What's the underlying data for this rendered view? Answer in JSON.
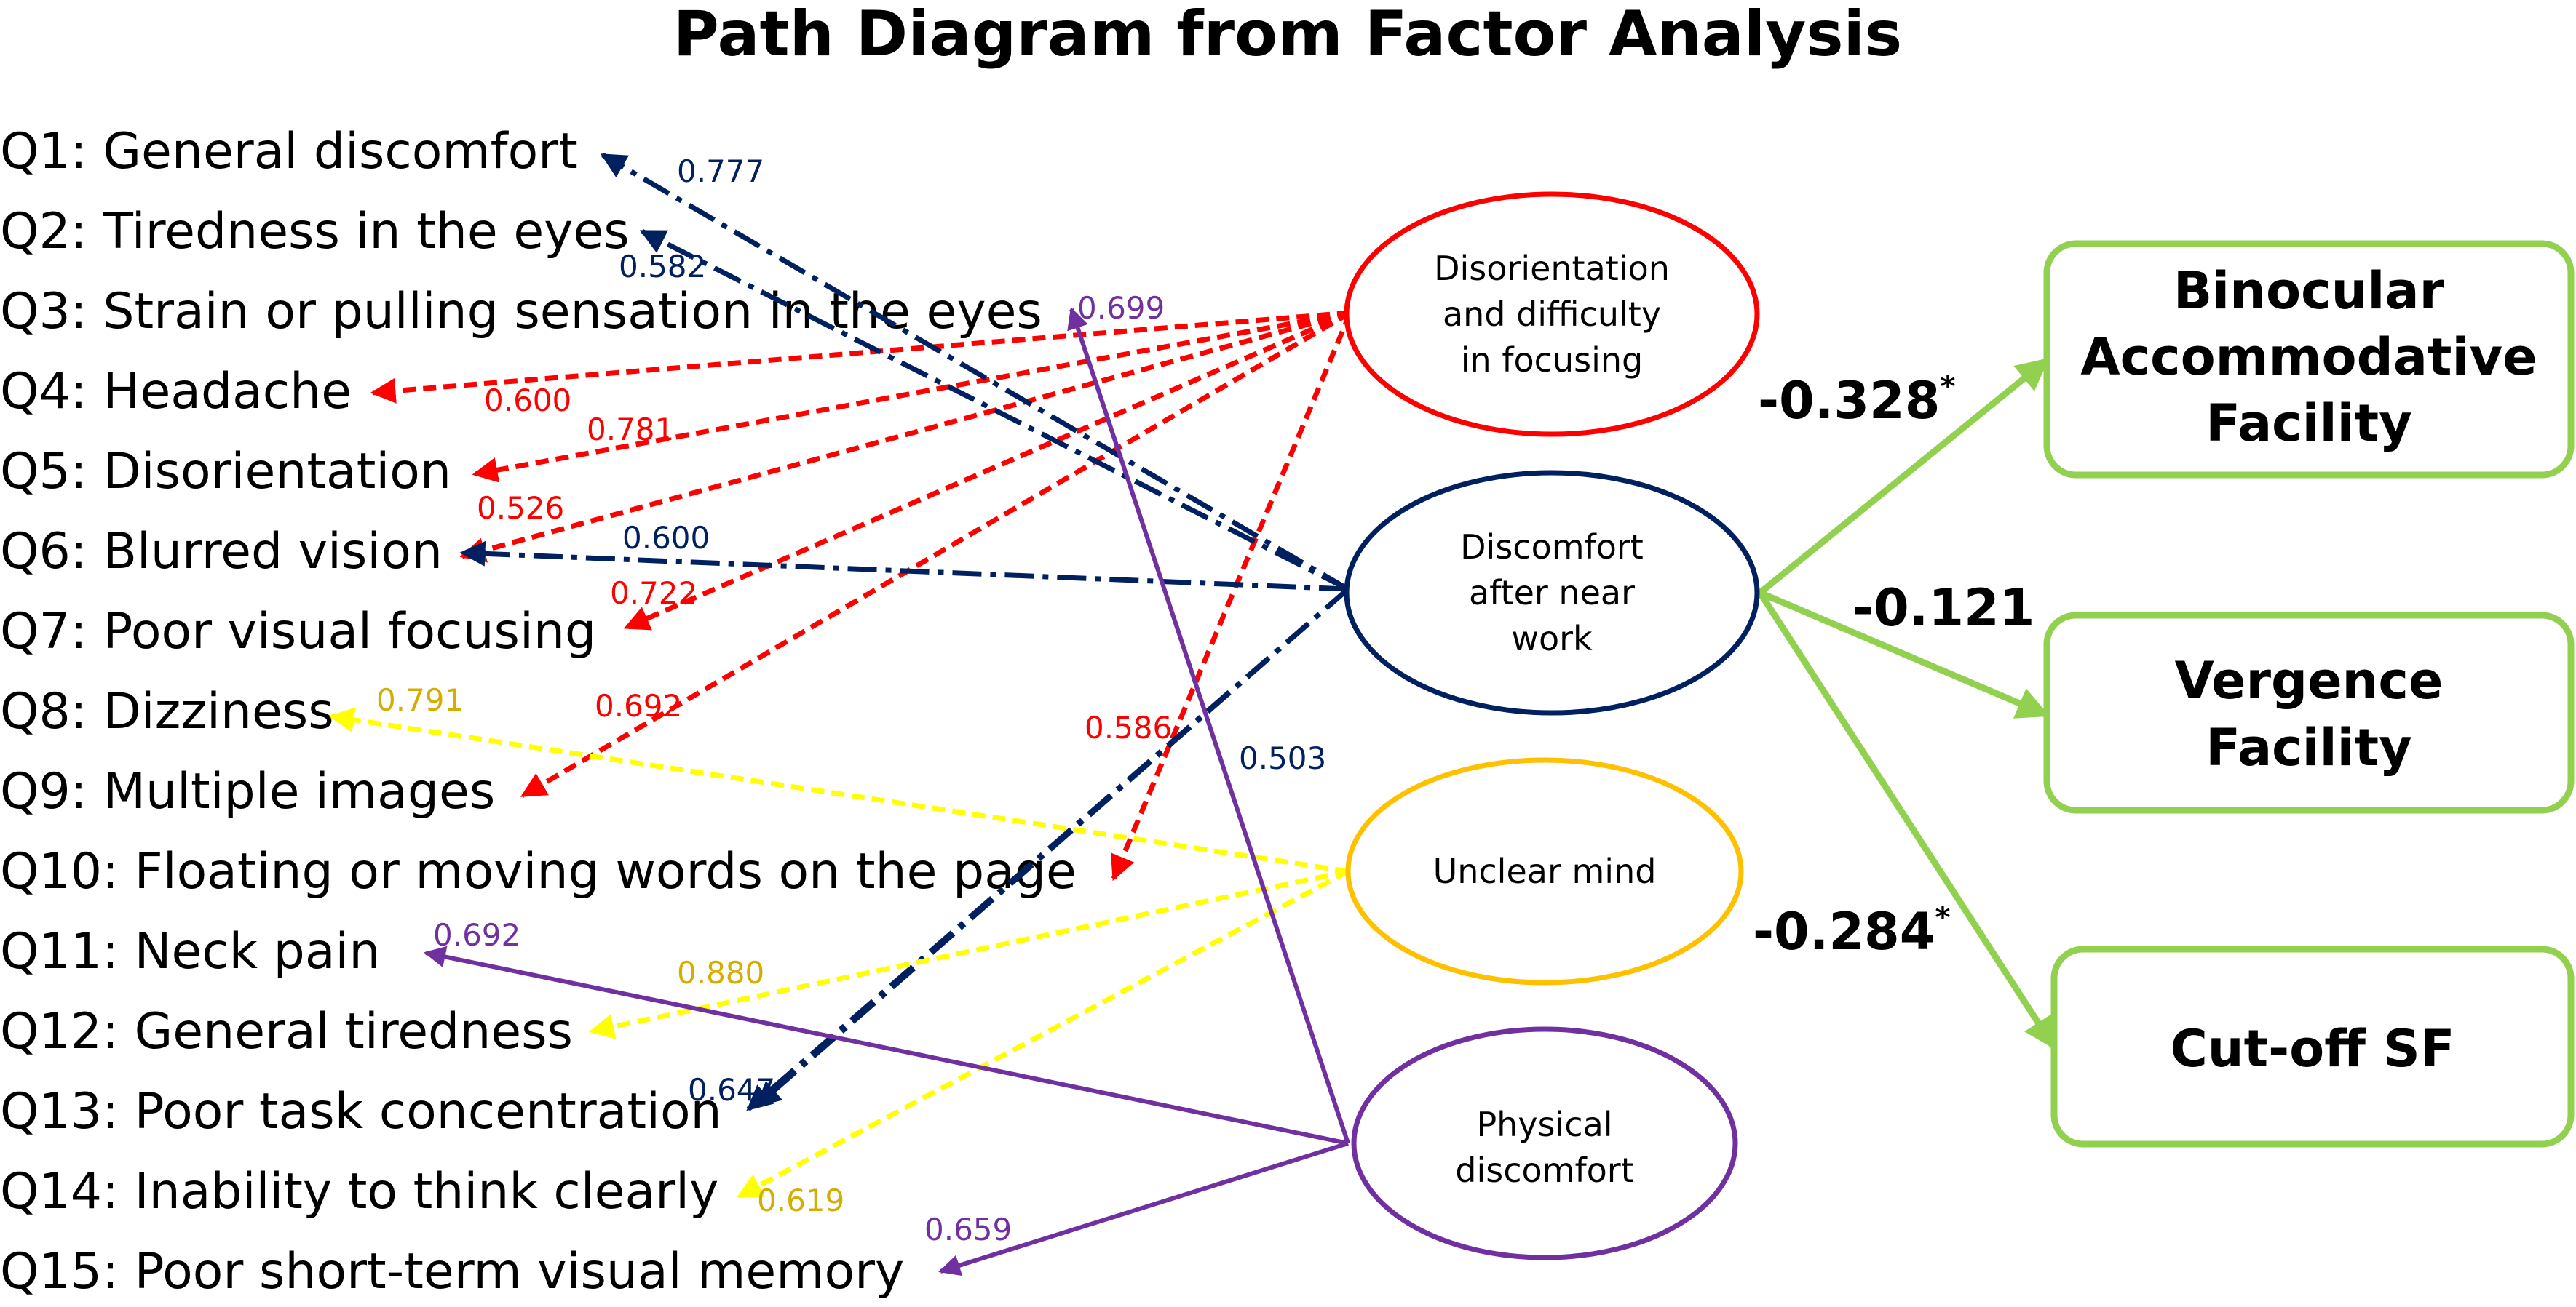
{
  "title": "Path Diagram from Factor Analysis",
  "questions": [
    "Q1: General discomfort",
    "Q2: Tiredness in the eyes",
    "Q3: Strain or pulling sensation in the eyes",
    "Q4: Headache",
    "Q5: Disorientation",
    "Q6: Blurred vision",
    "Q7: Poor visual focusing",
    "Q8: Dizziness",
    "Q9: Multiple images",
    "Q10: Floating or moving words on the page",
    "Q11: Neck pain",
    "Q12: General tiredness",
    "Q13: Poor task concentration",
    "Q14: Inability to think clearly",
    "Q15: Poor short-term visual memory"
  ],
  "factors": [
    {
      "id": "f1",
      "lines": [
        "Disorientation",
        "and difficulty",
        "in focusing"
      ],
      "color": "#ff0000"
    },
    {
      "id": "f2",
      "lines": [
        "Discomfort",
        "after near",
        "work"
      ],
      "color": "#002060"
    },
    {
      "id": "f3",
      "lines": [
        "Unclear mind"
      ],
      "color": "#ffc000"
    },
    {
      "id": "f4",
      "lines": [
        "Physical",
        "discomfort"
      ],
      "color": "#7030a0"
    }
  ],
  "outcomes": [
    {
      "id": "o1",
      "lines": [
        "Binocular",
        "Accommodative",
        "Facility"
      ]
    },
    {
      "id": "o2",
      "lines": [
        "Vergence",
        "Facility"
      ]
    },
    {
      "id": "o3",
      "lines": [
        "Cut-off SF"
      ]
    }
  ],
  "outcome_color": "#92d050",
  "loadings": [
    {
      "factor": "f2",
      "q": 1,
      "value": "0.777"
    },
    {
      "factor": "f2",
      "q": 2,
      "value": "0.582"
    },
    {
      "factor": "f4",
      "q": 3,
      "value": "0.699"
    },
    {
      "factor": "f1",
      "q": 4,
      "value": "0.600"
    },
    {
      "factor": "f1",
      "q": 5,
      "value": "0.781"
    },
    {
      "factor": "f1",
      "q": 6,
      "value": "0.526"
    },
    {
      "factor": "f2",
      "q": 6,
      "value": "0.600"
    },
    {
      "factor": "f1",
      "q": 7,
      "value": "0.722"
    },
    {
      "factor": "f3",
      "q": 8,
      "value": "0.791"
    },
    {
      "factor": "f1",
      "q": 9,
      "value": "0.692"
    },
    {
      "factor": "f1",
      "q": 10,
      "value": "0.586"
    },
    {
      "factor": "f2",
      "q": 13,
      "value": "0.503"
    },
    {
      "factor": "f4",
      "q": 11,
      "value": "0.692"
    },
    {
      "factor": "f3",
      "q": 12,
      "value": "0.880"
    },
    {
      "factor": "f2",
      "q": 13,
      "value": "0.647"
    },
    {
      "factor": "f3",
      "q": 14,
      "value": "0.619"
    },
    {
      "factor": "f4",
      "q": 15,
      "value": "0.659"
    }
  ],
  "paths": [
    {
      "to": "o1",
      "value": "-0.328",
      "star": "*"
    },
    {
      "to": "o2",
      "value": "-0.121",
      "star": ""
    },
    {
      "to": "o3",
      "value": "-0.284",
      "star": "*"
    }
  ]
}
